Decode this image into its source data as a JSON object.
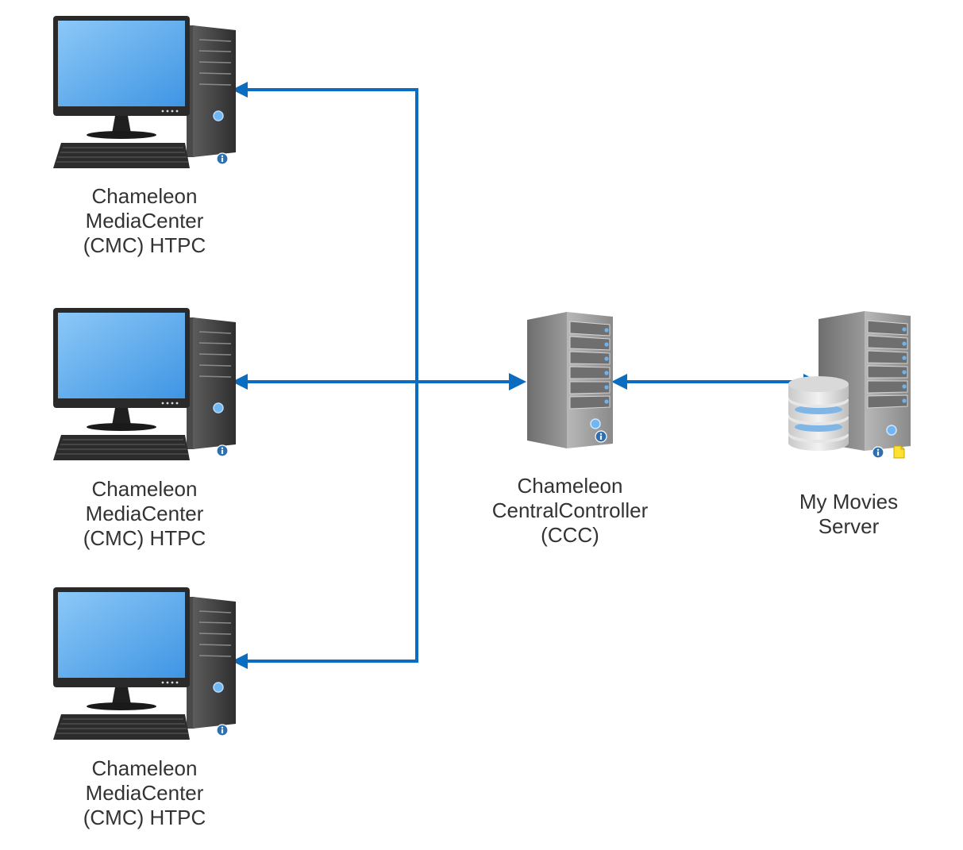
{
  "nodes": {
    "htpc_1": {
      "label_lines": [
        "Chameleon",
        "MediaCenter",
        "(CMC) HTPC"
      ],
      "icon": "desktop-computer-icon"
    },
    "htpc_2": {
      "label_lines": [
        "Chameleon",
        "MediaCenter",
        "(CMC) HTPC"
      ],
      "icon": "desktop-computer-icon"
    },
    "htpc_3": {
      "label_lines": [
        "Chameleon",
        "MediaCenter",
        "(CMC) HTPC"
      ],
      "icon": "desktop-computer-icon"
    },
    "ccc": {
      "label_lines": [
        "Chameleon",
        "CentralController",
        "(CCC)"
      ],
      "icon": "server-tower-icon"
    },
    "mymovies": {
      "label_lines": [
        "My Movies",
        "Server"
      ],
      "icon": "database-server-icon"
    }
  },
  "connections": [
    {
      "from": "ccc",
      "to": "htpc_1",
      "direction": "to-htpc"
    },
    {
      "from": "ccc",
      "to": "htpc_2",
      "direction": "bidirectional"
    },
    {
      "from": "ccc",
      "to": "htpc_3",
      "direction": "to-htpc"
    },
    {
      "from": "ccc",
      "to": "mymovies",
      "direction": "bidirectional"
    }
  ],
  "colors": {
    "connector": "#0b6dbf",
    "label_text": "#333333",
    "screen": "#5aaaf0",
    "info_badge": "#2e6fb0",
    "note_badge": "#ffe033"
  }
}
